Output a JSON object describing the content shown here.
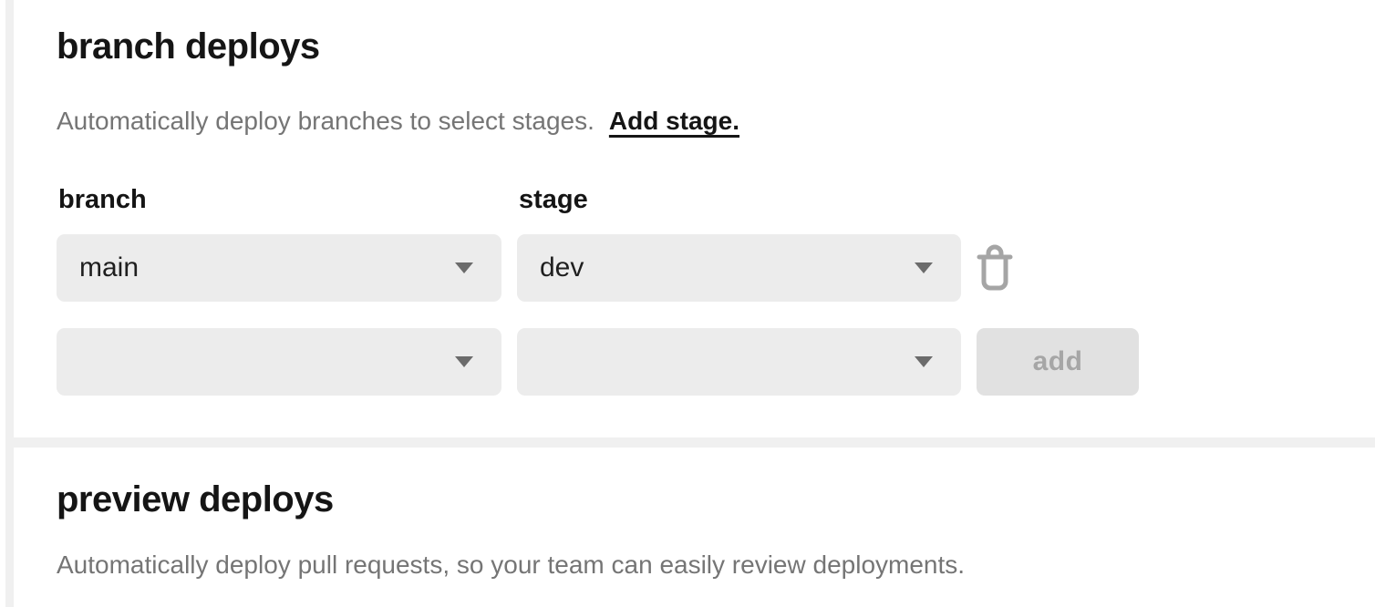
{
  "colors": {
    "heading_text": "#151515",
    "muted_text": "#757575",
    "control_bg": "#ececec",
    "disabled_button_bg": "#e1e1e1",
    "disabled_button_text": "#a6a6a6",
    "gutter": "#f0f0f0",
    "trash_icon": "#a5a5a5",
    "chevron_icon": "#6b6b6b"
  },
  "branch_deploys": {
    "title": "branch deploys",
    "description": "Automatically deploy branches to select stages.",
    "add_stage_link": "Add stage.",
    "branch_column_label": "branch",
    "stage_column_label": "stage",
    "rows": [
      {
        "branch": "main",
        "stage": "dev"
      },
      {
        "branch": "",
        "stage": ""
      }
    ],
    "add_button_label": "add"
  },
  "preview_deploys": {
    "title": "preview deploys",
    "description": "Automatically deploy pull requests, so your team can easily review deployments."
  }
}
